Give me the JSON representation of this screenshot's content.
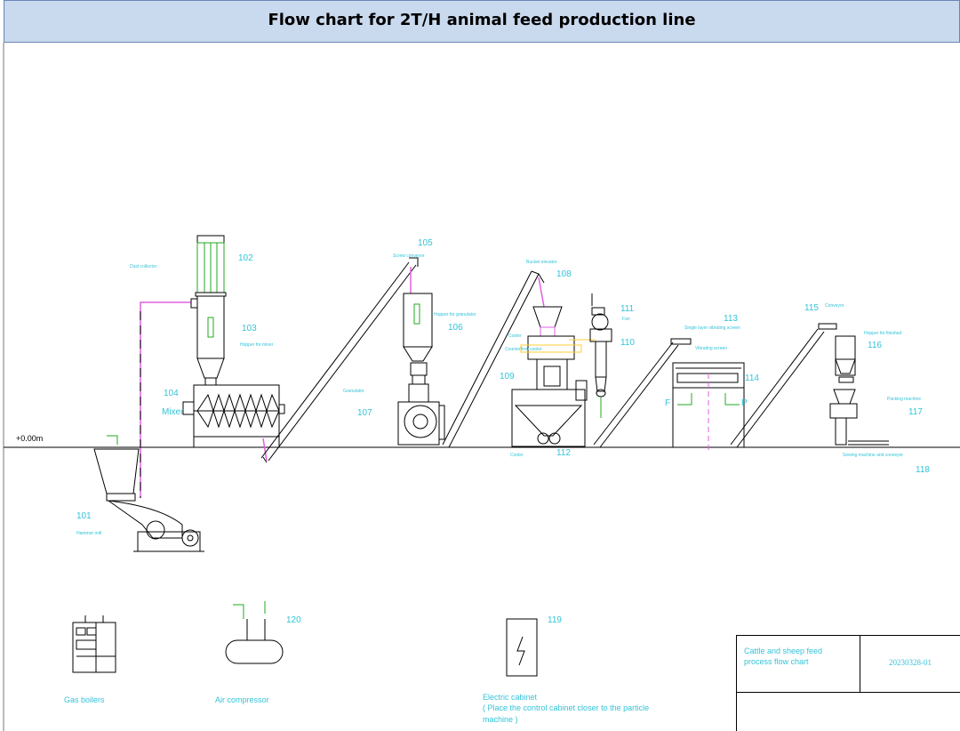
{
  "title": "Flow chart for 2T/H animal feed production line",
  "ground_level": "+0.00m",
  "equipment": {
    "dust_collector": "Dust collector",
    "n101": "101",
    "hammer_mill": "Hammer mill",
    "n102": "102",
    "n103": "103",
    "hopper_mixer": "Hopper for mixer",
    "n104": "104",
    "mixer": "Mixer",
    "n105": "105",
    "screw_conveyor": "Screw conveyor",
    "n106": "106",
    "hopper_granulator": "Hopper for granulator",
    "granulator": "Granulator",
    "n107": "107",
    "bucket_elevator": "Bucket elevator",
    "n108": "108",
    "n109": "109",
    "cooler": "Cooler",
    "counterflow_cooler": "Counterflow cooler",
    "n110": "110",
    "n111": "111",
    "fan": "Fan",
    "cooler2": "Cooler",
    "n112": "112",
    "n113": "113",
    "single_screen": "Single layer vibrating screen",
    "n114": "114",
    "vibrating_screen": "Vibrating screen",
    "n115": "115",
    "conveyor": "Conveyor",
    "hopper_finished": "Hopper for finished",
    "n116": "116",
    "packing": "Packing machine",
    "n117": "117",
    "sewing": "Sewing machine and conveyor",
    "n118": "118",
    "n119": "119",
    "n120": "120",
    "f_mark": "F",
    "p_mark": "P"
  },
  "utilities": {
    "gas_boilers": "Gas boilers",
    "air_compressor": "Air compressor",
    "electric_cabinet": "Electric cabinet",
    "cabinet_note_1": "( Place the control cabinet closer to the particle",
    "cabinet_note_2": "machine )"
  },
  "title_block": {
    "project_line1": "Cattle and sheep feed",
    "project_line2": "process flow chart",
    "drawing_no": "20230328-01"
  },
  "colors": {
    "line": "#000000",
    "label": "#33c3d8",
    "pipe": "#e060e0",
    "marker": "#22aa22",
    "header": "#c9d9ee"
  }
}
